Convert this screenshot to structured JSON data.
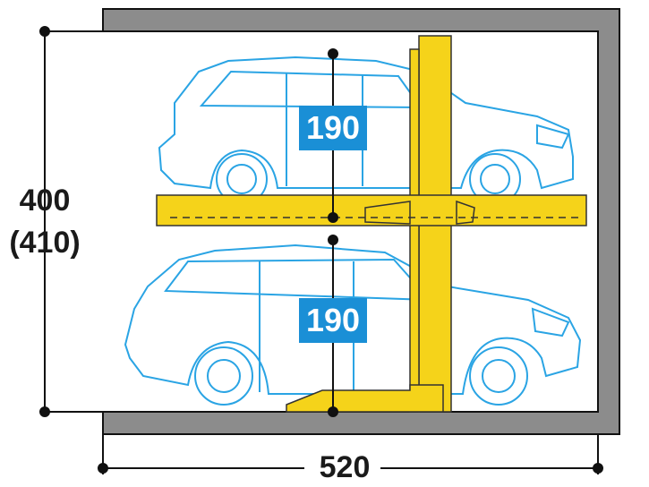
{
  "dimensions": {
    "total_height": "400",
    "total_height_alt": "(410)",
    "width": "520",
    "upper_bay_height": "190",
    "lower_bay_height": "190"
  },
  "colors": {
    "wall": "#8c8c8c",
    "lift": "#f5d31a",
    "car_outline": "#2aa4e4",
    "label_box": "#1a8fd6"
  }
}
